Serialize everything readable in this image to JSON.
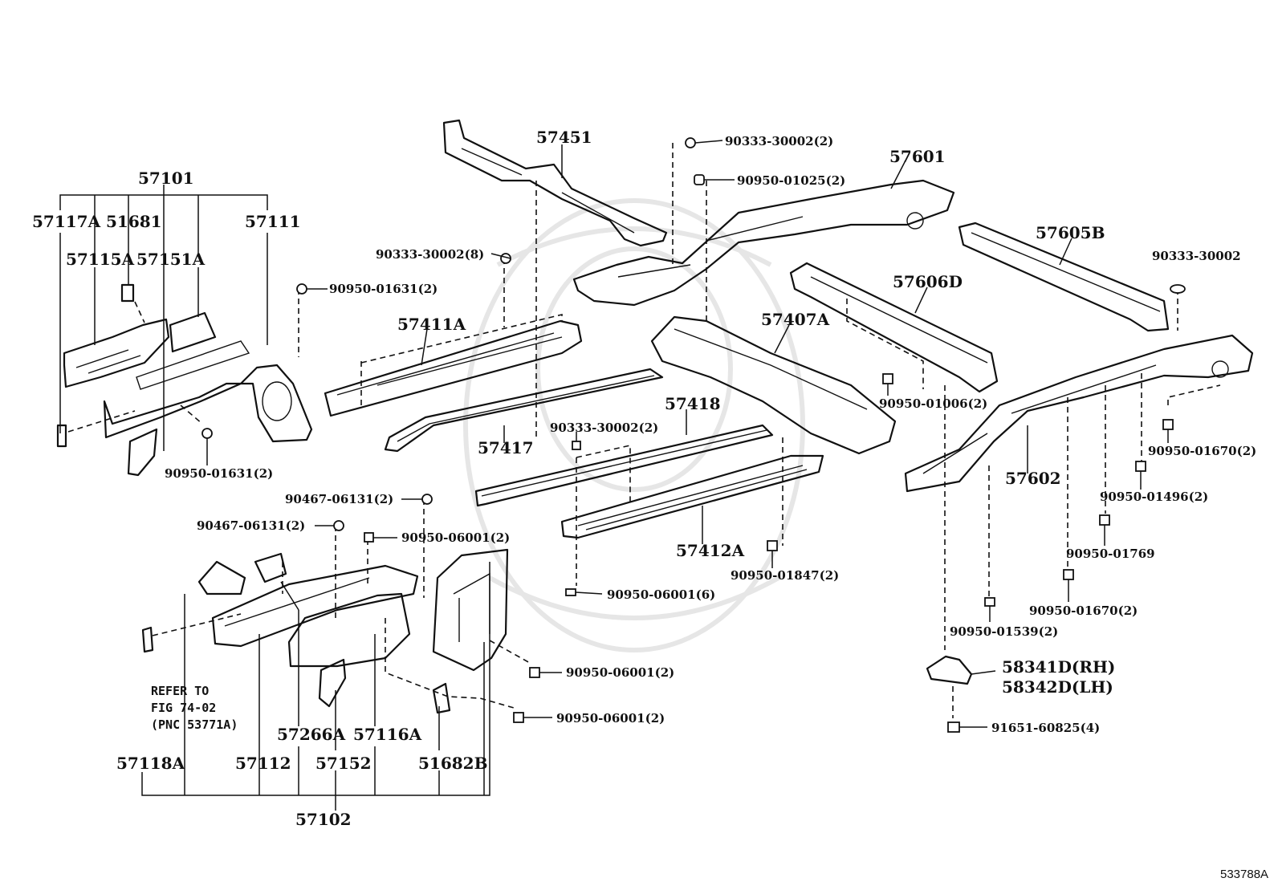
{
  "labels": {
    "p57101": "57101",
    "p57117a": "57117A",
    "p51681": "51681",
    "p57111": "57111",
    "p57115a": "57115A",
    "p57151a": "57151A",
    "b90950_01631_top": "90950-01631(2)",
    "b90950_01631_bot": "90950-01631(2)",
    "p57451": "57451",
    "b90333_30002_8": "90333-30002(8)",
    "p57411a": "57411A",
    "p57417": "57417",
    "b90333_30002_2_top": "90333-30002(2)",
    "b90950_01025": "90950-01025(2)",
    "p57601": "57601",
    "p57605b": "57605B",
    "b90333_30002_r": "90333-30002",
    "p57606d": "57606D",
    "p57407a": "57407A",
    "b90950_01006": "90950-01006(2)",
    "p57418": "57418",
    "b90333_30002_2_mid": "90333-30002(2)",
    "p57602": "57602",
    "b90950_01670_a": "90950-01670(2)",
    "b90950_01496": "90950-01496(2)",
    "b90950_01769": "90950-01769",
    "b90950_01670_b": "90950-01670(2)",
    "b90950_01539": "90950-01539(2)",
    "b90467_06131_a": "90467-06131(2)",
    "b90467_06131_b": "90467-06131(2)",
    "b90950_06001_a": "90950-06001(2)",
    "p57412a": "57412A",
    "b90950_01847": "90950-01847(2)",
    "b90950_06001_6": "90950-06001(6)",
    "b90950_06001_b": "90950-06001(2)",
    "b90950_06001_c": "90950-06001(2)",
    "p58341d": "58341D(RH)",
    "p58342d": "58342D(LH)",
    "b91651_60825": "91651-60825(4)",
    "note_line1": "REFER TO",
    "note_line2": "FIG 74-02",
    "note_line3": "(PNC 53771A)",
    "p57118a": "57118A",
    "p57112": "57112",
    "p57266a": "57266A",
    "p57152": "57152",
    "p57116a": "57116A",
    "p51682b": "51682B",
    "p57102": "57102",
    "figure_code": "533788A"
  }
}
